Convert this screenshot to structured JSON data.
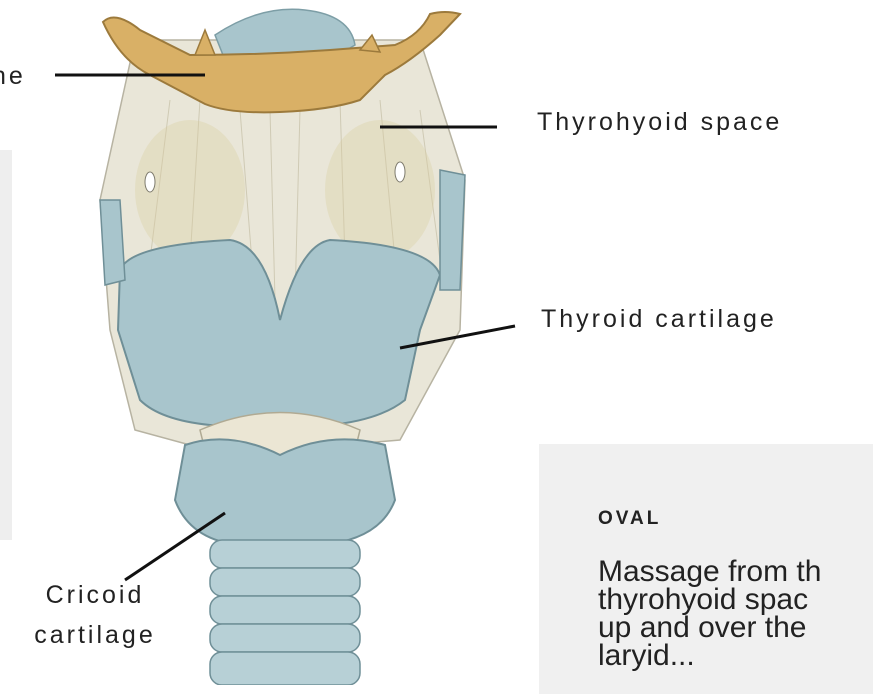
{
  "labels": {
    "hyoid_fragment": "ne",
    "thyrohyoid_space": "Thyrohyoid space",
    "thyroid_cartilage": "Thyroid cartilage",
    "cricoid_line1": "Cricoid",
    "cricoid_line2": "cartilage"
  },
  "card": {
    "title": "OVAL",
    "body_lines": [
      "Massage from th",
      "thyrohyoid spac",
      "up and over the",
      "laryid..."
    ]
  },
  "colors": {
    "bone": "#d9b066",
    "cartilage": "#a8c5cc",
    "membrane": "#e9e6d8",
    "pointer": "#111111"
  }
}
